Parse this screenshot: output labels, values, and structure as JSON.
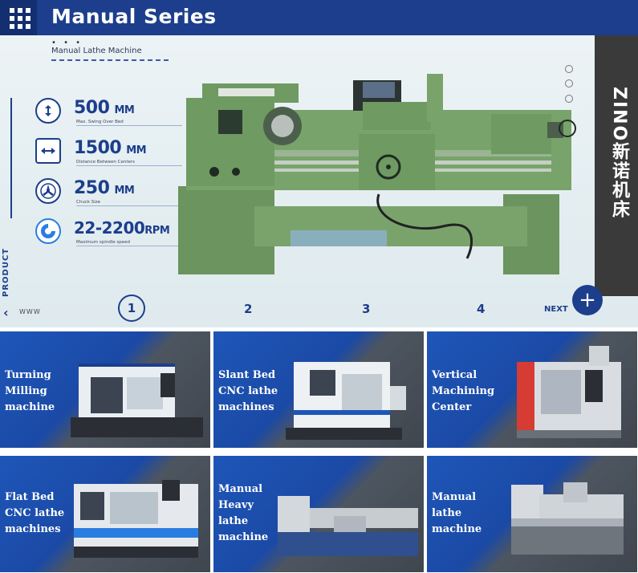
{
  "header": {
    "title": "Manual Series",
    "subtitle": "Manual Lathe Machine",
    "ellipsis": "• • •"
  },
  "specs": [
    {
      "value": "500",
      "unit": "MM",
      "caption": "Max. Swing Over Bed",
      "icon": "vertical-arrows-icon"
    },
    {
      "value": "1500",
      "unit": "MM",
      "caption": "Distance Between Centers",
      "icon": "horizontal-arrows-icon"
    },
    {
      "value": "250",
      "unit": "MM",
      "caption": "Chuck Size",
      "icon": "chuck-icon"
    },
    {
      "value": "22-2200",
      "unit": "RPM",
      "caption": "Maximum spindle speed",
      "icon": "spindle-icon"
    }
  ],
  "brand": {
    "text": "ZINO新诺机床"
  },
  "side_label": "PRODUCT",
  "pager": {
    "prev": "‹",
    "www": "WWW",
    "pages": [
      "1",
      "2",
      "3",
      "4"
    ],
    "next": "NEXT",
    "plus": "+"
  },
  "products": [
    {
      "label": [
        "Turning",
        "Milling",
        "machine"
      ],
      "icon": "cnc-turning-machine-icon"
    },
    {
      "label": [
        "Slant Bed",
        "CNC lathe",
        "machines"
      ],
      "icon": "slant-bed-lathe-icon"
    },
    {
      "label": [
        "Vertical",
        "Machining",
        "Center"
      ],
      "icon": "vertical-machining-center-icon"
    },
    {
      "label": [
        "Flat Bed",
        "CNC lathe",
        "machines"
      ],
      "icon": "flat-bed-lathe-icon"
    },
    {
      "label": [
        "Manual",
        "Heavy",
        "lathe",
        "machine"
      ],
      "icon": "heavy-lathe-icon"
    },
    {
      "label": [
        "Manual",
        "lathe",
        "machine"
      ],
      "icon": "manual-lathe-icon"
    }
  ],
  "colors": {
    "brand_blue": "#1c3e8c",
    "machine_green": "#6f9a62",
    "panel_dark": "#3a3a3a"
  }
}
